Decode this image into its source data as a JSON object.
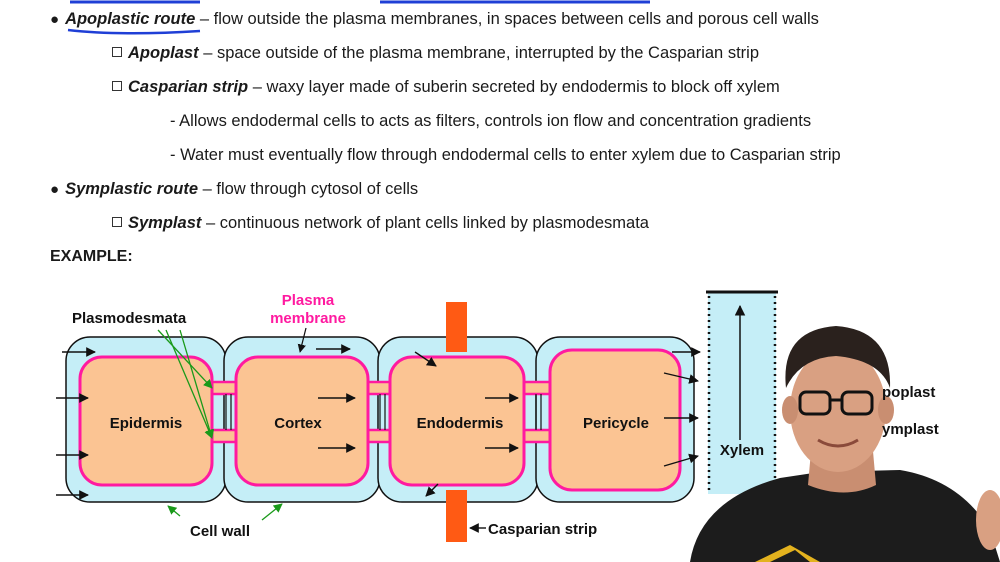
{
  "notes": {
    "l1_term": "Apoplastic route",
    "l1_text": "– flow outside the plasma membranes, in spaces between cells and porous cell walls",
    "l2_term": "Apoplast",
    "l2_text": "– space outside of the plasma membrane, interrupted by the Casparian strip",
    "l3_term": "Casparian strip",
    "l3_text": "– waxy layer made of suberin secreted by endodermis to block off xylem",
    "l4_text": "- Allows endodermal cells to acts as filters, controls ion flow and concentration gradients",
    "l5_text": "- Water must eventually flow through endodermal cells to enter xylem due to Casparian strip",
    "l6_term": "Symplastic route",
    "l6_text": "– flow through cytosol of cells",
    "l7_term": "Symplast",
    "l7_text": "– continuous network of plant cells linked by plasmodesmata"
  },
  "example_label": "EXAMPLE:",
  "diagram": {
    "cells": [
      "Epidermis",
      "Cortex",
      "Endodermis",
      "Pericycle"
    ],
    "xylem": "Xylem",
    "plasmodesmata": "Plasmodesmata",
    "plasma_1": "Plasma",
    "plasma_2": "membrane",
    "cell_wall": "Cell wall",
    "casparian": "Casparian strip",
    "legend_apoplast": "poplast",
    "legend_symplast": "ymplast"
  },
  "colors": {
    "cell_fill": "#fbc493",
    "membrane": "#ff1aa0",
    "wall_fill": "#c5eef7",
    "casparian": "#ff5a14",
    "callout": "#1a9a1a",
    "plasma_label": "#ff1aa0",
    "underline": "#1f3fd6"
  }
}
